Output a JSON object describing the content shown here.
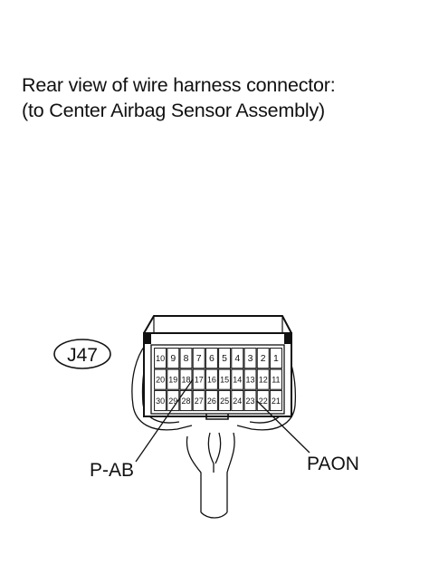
{
  "caption": {
    "line1": "Rear view of wire harness connector:",
    "line2": "(to Center Airbag Sensor Assembly)"
  },
  "connector": {
    "id": "J47",
    "rows": [
      [
        "10",
        "9",
        "8",
        "7",
        "6",
        "5",
        "4",
        "3",
        "2",
        "1"
      ],
      [
        "20",
        "19",
        "18",
        "17",
        "16",
        "15",
        "14",
        "13",
        "12",
        "11"
      ],
      [
        "30",
        "29",
        "28",
        "27",
        "26",
        "25",
        "24",
        "23",
        "22",
        "21"
      ]
    ]
  },
  "callouts": {
    "left": "P-AB",
    "right": "PAON"
  }
}
